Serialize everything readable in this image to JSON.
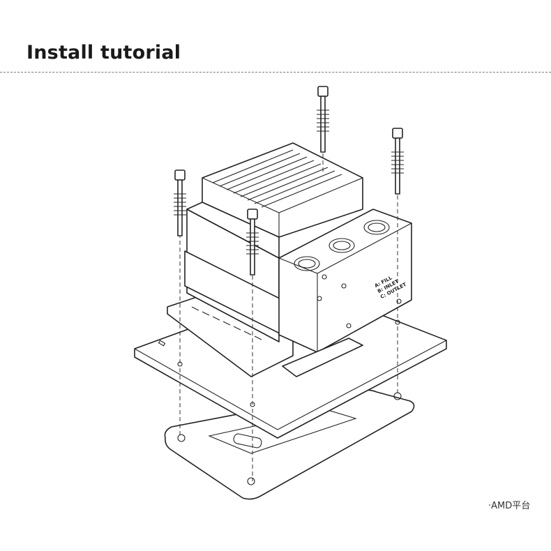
{
  "header": {
    "title": "Install tutorial"
  },
  "diagram": {
    "block_labels": [
      "A: FILL",
      "B: INLET",
      "C: OUTLET"
    ],
    "caption": "·AMD平台"
  }
}
